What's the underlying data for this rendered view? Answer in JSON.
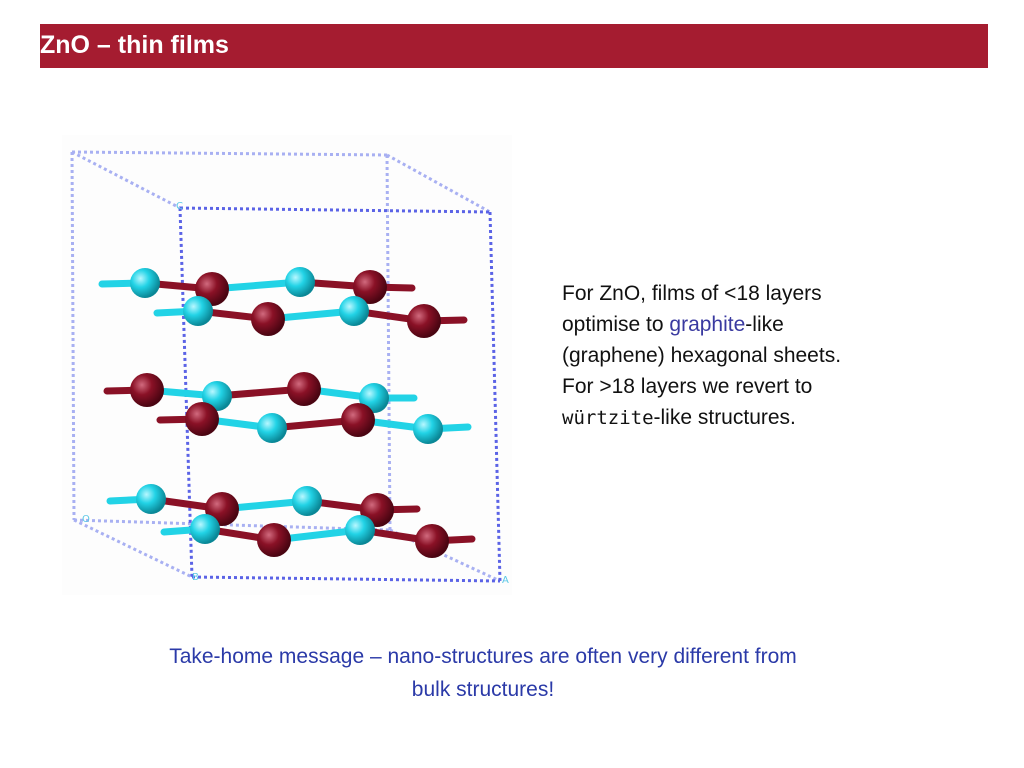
{
  "slide": {
    "title": "ZnO – thin films",
    "colors": {
      "title_bar": "#a51c30",
      "zinc": "#22d3e6",
      "oxygen": "#8a1126",
      "cell_line": "#5b63e6",
      "takehome": "#2b3aa8"
    }
  },
  "figure": {
    "axis_labels": {
      "c": "C",
      "o": "O",
      "b": "B",
      "a": "A"
    },
    "structure": "layered-hexagonal-sheets",
    "layers": 3
  },
  "description": {
    "line1": "For ZnO, films of <18 layers",
    "line2_prefix": "optimise to ",
    "line2_link": "graphite",
    "line2_suffix": "-like",
    "line3": "(graphene) hexagonal sheets.",
    "line4": "For >18 layers we revert to",
    "line5_term": "würtzite",
    "line5_suffix": "-like structures."
  },
  "takehome": {
    "line1": "Take-home message – nano-structures are often very different from",
    "line2": "bulk structures!"
  }
}
